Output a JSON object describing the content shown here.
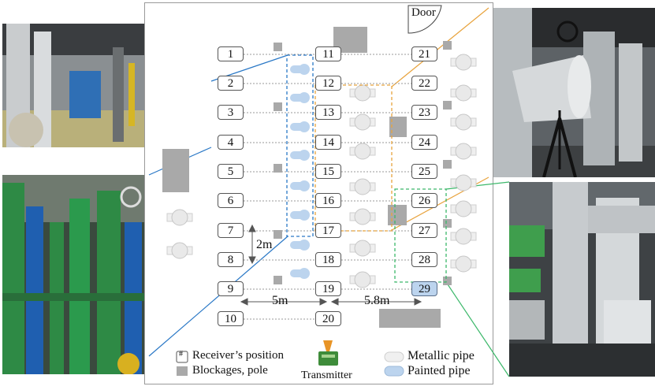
{
  "door_label": "Door",
  "receivers": [
    "1",
    "2",
    "3",
    "4",
    "5",
    "6",
    "7",
    "8",
    "9",
    "10",
    "11",
    "12",
    "13",
    "14",
    "15",
    "16",
    "17",
    "18",
    "19",
    "20",
    "21",
    "22",
    "23",
    "24",
    "25",
    "26",
    "27",
    "28",
    "29"
  ],
  "highlighted_receiver": "29",
  "dimensions": {
    "vertical": "2m",
    "left_span": "5m",
    "right_span": "5.8m"
  },
  "transmitter_label": "Transmitter",
  "legend": {
    "receiver_symbol": "#",
    "receiver": "Receiver’s position",
    "blockage": "Blockages, pole",
    "metallic": "Metallic pipe",
    "painted": "Painted pipe"
  },
  "colors": {
    "blue_region": "#3a7fc4",
    "orange_region": "#e8a33d",
    "green_region": "#3cb86a",
    "painted_pipe": "#bcd4ee",
    "blockage": "#a9a9a9"
  },
  "photos": [
    {
      "name": "photo-top-left-industrial-room"
    },
    {
      "name": "photo-bottom-left-green-pipes"
    },
    {
      "name": "photo-top-right-measurement-setup"
    },
    {
      "name": "photo-bottom-right-silver-pipes"
    }
  ]
}
